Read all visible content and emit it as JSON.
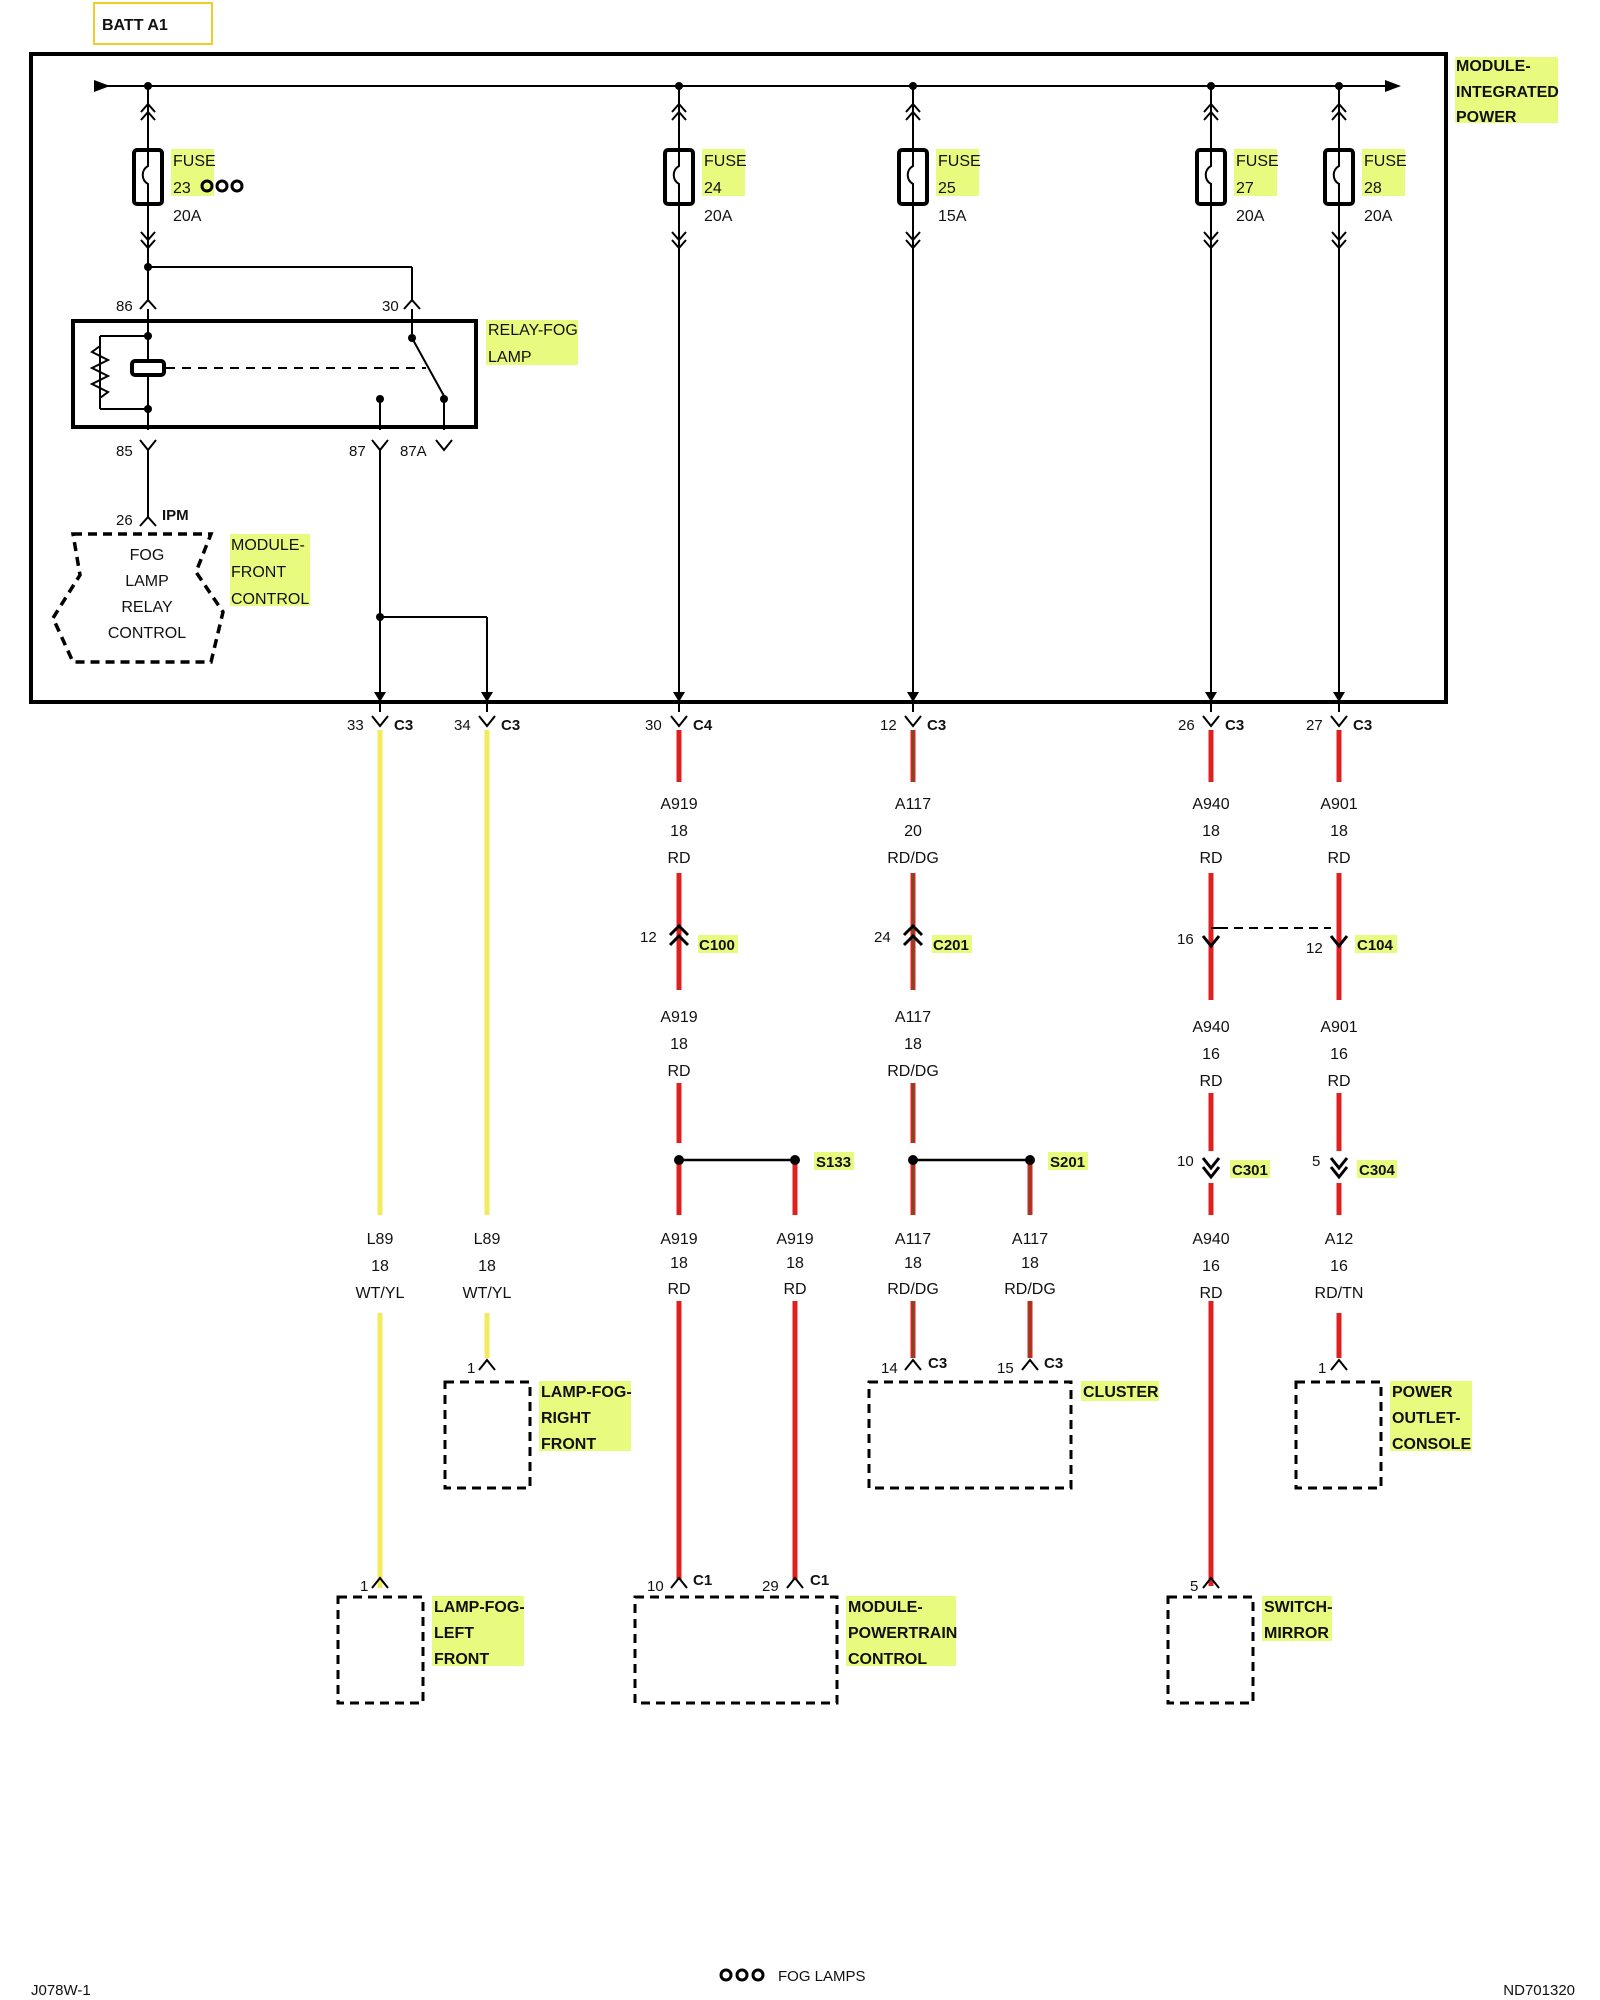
{
  "battery": {
    "label": "BATT A1"
  },
  "module_ipm": {
    "lines": [
      "MODULE-",
      "INTEGRATED",
      "POWER"
    ]
  },
  "fuses": [
    {
      "word": "FUSE",
      "number": "23",
      "rating": "20A"
    },
    {
      "word": "FUSE",
      "number": "24",
      "rating": "20A"
    },
    {
      "word": "FUSE",
      "number": "25",
      "rating": "15A"
    },
    {
      "word": "FUSE",
      "number": "27",
      "rating": "20A"
    },
    {
      "word": "FUSE",
      "number": "28",
      "rating": "20A"
    }
  ],
  "relay": {
    "lines": [
      "RELAY-FOG",
      "LAMP"
    ],
    "pins": {
      "p86": "86",
      "p30": "30",
      "p85": "85",
      "p87": "87",
      "p87a": "87A"
    }
  },
  "front_control": {
    "pin": "26",
    "conn": "IPM",
    "lines": [
      "MODULE-",
      "FRONT",
      "CONTROL"
    ],
    "inner": [
      "FOG",
      "LAMP",
      "RELAY",
      "CONTROL"
    ]
  },
  "ipm_pins": [
    {
      "pin": "33",
      "conn": "C3"
    },
    {
      "pin": "34",
      "conn": "C3"
    },
    {
      "pin": "30",
      "conn": "C4"
    },
    {
      "pin": "12",
      "conn": "C3"
    },
    {
      "pin": "26",
      "conn": "C3"
    },
    {
      "pin": "27",
      "conn": "C3"
    }
  ],
  "wires_upper": [
    {
      "circuit": "A919",
      "gauge": "18",
      "color": "RD"
    },
    {
      "circuit": "A117",
      "gauge": "20",
      "color": "RD/DG"
    },
    {
      "circuit": "A940",
      "gauge": "18",
      "color": "RD"
    },
    {
      "circuit": "A901",
      "gauge": "18",
      "color": "RD"
    }
  ],
  "inline_connectors": {
    "c100": {
      "pin": "12",
      "name": "C100"
    },
    "c201": {
      "pin": "24",
      "name": "C201"
    },
    "c104_a": {
      "pin": "16"
    },
    "c104_b": {
      "pin": "12",
      "name": "C104"
    },
    "c301": {
      "pin": "10",
      "name": "C301"
    },
    "c304": {
      "pin": "5",
      "name": "C304"
    }
  },
  "wires_mid": [
    {
      "circuit": "A919",
      "gauge": "18",
      "color": "RD"
    },
    {
      "circuit": "A117",
      "gauge": "18",
      "color": "RD/DG"
    },
    {
      "circuit": "A940",
      "gauge": "16",
      "color": "RD"
    },
    {
      "circuit": "A901",
      "gauge": "16",
      "color": "RD"
    }
  ],
  "splices": {
    "s133": "S133",
    "s201": "S201"
  },
  "wires_lower": [
    {
      "circuit": "L89",
      "gauge": "18",
      "color": "WT/YL"
    },
    {
      "circuit": "L89",
      "gauge": "18",
      "color": "WT/YL"
    },
    {
      "circuit": "A919",
      "gauge": "18",
      "color": "RD"
    },
    {
      "circuit": "A919",
      "gauge": "18",
      "color": "RD"
    },
    {
      "circuit": "A117",
      "gauge": "18",
      "color": "RD/DG"
    },
    {
      "circuit": "A117",
      "gauge": "18",
      "color": "RD/DG"
    },
    {
      "circuit": "A940",
      "gauge": "16",
      "color": "RD"
    },
    {
      "circuit": "A12",
      "gauge": "16",
      "color": "RD/TN"
    }
  ],
  "components": {
    "lamp_right": {
      "pin": "1",
      "lines": [
        "LAMP-FOG-",
        "RIGHT",
        "FRONT"
      ]
    },
    "cluster": {
      "pin_a": "14",
      "conn_a": "C3",
      "pin_b": "15",
      "conn_b": "C3",
      "name": "CLUSTER"
    },
    "power_outlet": {
      "pin": "1",
      "lines": [
        "POWER",
        "OUTLET-",
        "CONSOLE"
      ]
    },
    "lamp_left": {
      "pin": "1",
      "lines": [
        "LAMP-FOG-",
        "LEFT",
        "FRONT"
      ]
    },
    "pcm": {
      "pin_a": "10",
      "conn_a": "C1",
      "pin_b": "29",
      "conn_b": "C1",
      "lines": [
        "MODULE-",
        "POWERTRAIN",
        "CONTROL"
      ]
    },
    "mirror": {
      "pin": "5",
      "lines": [
        "SWITCH-",
        "MIRROR"
      ]
    }
  },
  "footer": {
    "left": "J078W-1",
    "center": "FOG LAMPS",
    "right": "ND701320"
  },
  "colors": {
    "red_wire": "#e0201e",
    "yellow_wire": "#f3ea5e",
    "highlight": "#e8fb7e",
    "batt_border": "#f2cc2a"
  }
}
